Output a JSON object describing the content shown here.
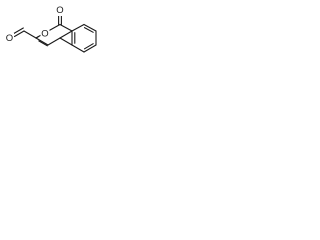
{
  "molecule": {
    "atom_labels": {
      "carbonyl_oxygen": "O",
      "ring_oxygen": "O",
      "aldehyde_oxygen": "O"
    },
    "colors": {
      "bond": "#1a1a1a",
      "label": "#1a1a1a",
      "background": "#ffffff"
    }
  }
}
